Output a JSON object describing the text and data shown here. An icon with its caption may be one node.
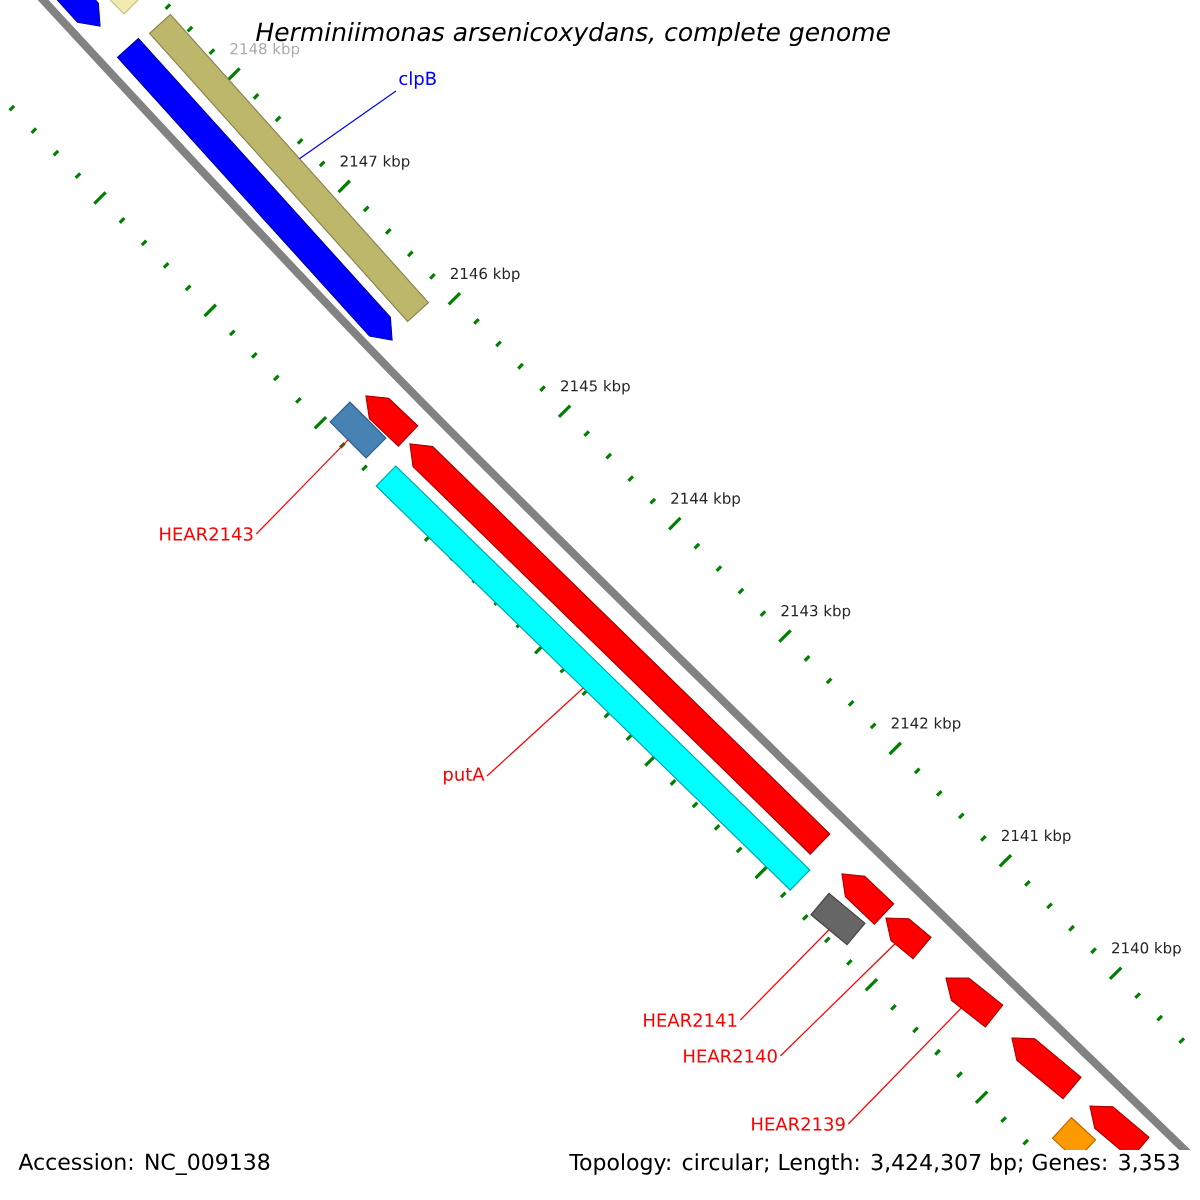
{
  "diagram": {
    "title": "Herminiimonas arsenicoxydans, complete genome",
    "nodes": [
      {
        "text": [],
        "shape": "bar"
      },
      {
        "text": [],
        "shape": "bar"
      },
      {
        "text": [
          "clpB"
        ]
      },
      {
        "text": [],
        "shape": "bar"
      },
      {
        "text": [],
        "shape": "bar"
      },
      {
        "text": [],
        "shape": "bar"
      },
      {
        "text": [],
        "shape": "bar"
      },
      {
        "text": [
          "HEAR2143"
        ]
      },
      {
        "text": [],
        "shape": "bar"
      },
      {
        "text": [],
        "shape": "bar"
      },
      {
        "text": [
          "putA"
        ]
      },
      {
        "text": [],
        "shape": "bar"
      },
      {
        "text": [],
        "shape": "bar"
      },
      {
        "text": [
          "HEAR2141"
        ]
      },
      {
        "text": [],
        "shape": "bar"
      },
      {
        "text": [
          "HEAR2140"
        ]
      },
      {
        "text": [],
        "shape": "bar"
      },
      {
        "text": [
          "HEAR2139"
        ]
      },
      {
        "text": [],
        "shape": "bar"
      },
      {
        "text": [],
        "shape": "bar"
      },
      {
        "text": [],
        "shape": "bar"
      }
    ],
    "edges": [
      {
        "from": 2,
        "to": 3,
        "arrow": "none",
        "color": "#0000ff"
      },
      {
        "from": 7,
        "to": 6,
        "arrow": "none"
      },
      {
        "from": 10,
        "to": 9,
        "arrow": "none"
      },
      {
        "from": 13,
        "to": 12,
        "arrow": "none"
      },
      {
        "from": 15,
        "to": 14,
        "arrow": "none"
      },
      {
        "from": 17,
        "to": 16,
        "arrow": "none"
      }
    ],
    "labels": [
      "2148 kbp",
      "2147 kbp",
      "2146 kbp",
      "2145 kbp",
      "2144 kbp",
      "2143 kbp",
      "2142 kbp",
      "2141 kbp",
      "2140 kbp",
      "Accession: NC_009138",
      "Topology: circular; Length: 3,424,307 bp; Genes: 3,353"
    ]
  }
}
